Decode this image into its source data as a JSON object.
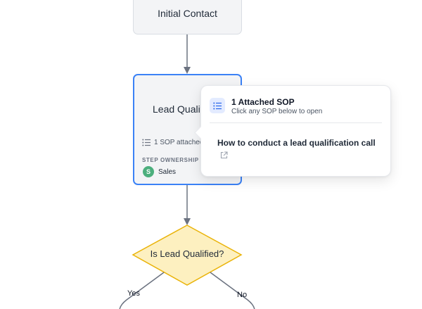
{
  "nodes": {
    "initial_contact": {
      "title": "Initial Contact"
    },
    "lead_qualification": {
      "title": "Lead Qualifi",
      "sop_count_text": "1 SOP attached",
      "ownership_label": "STEP OWNERSHIP",
      "owner": {
        "initial": "S",
        "name": "Sales"
      }
    },
    "decision": {
      "title": "Is Lead Qualified?"
    }
  },
  "edges": {
    "yes_label": "Yes",
    "no_label": "No"
  },
  "popover": {
    "title": "1 Attached SOP",
    "subtitle": "Click any SOP below to open",
    "sops": [
      {
        "name": "How to conduct a lead qualification call"
      }
    ]
  },
  "colors": {
    "selected_border": "#3b82f6",
    "decision_fill": "#fdf0c0",
    "decision_stroke": "#eab308",
    "connector": "#6b7280",
    "owner_avatar": "#4caf7d"
  },
  "icons": {
    "sop_list": "list-icon",
    "external_link": "external-link-icon"
  }
}
